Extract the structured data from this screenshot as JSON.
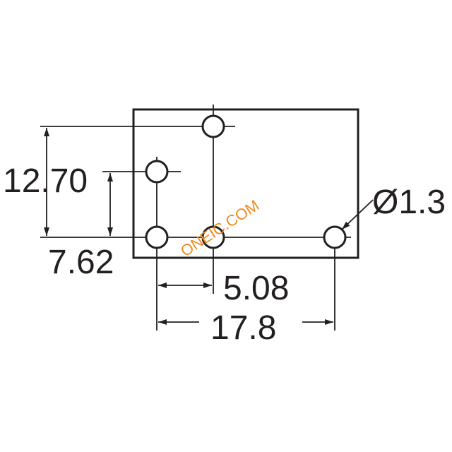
{
  "diagram": {
    "dimensions": {
      "height_overall": "12.70",
      "height_inner": "7.62",
      "pin_pitch": "5.08",
      "width_overall": "17.8",
      "hole_diameter": "Ø1.3"
    },
    "watermark": "ONEIC.COM",
    "colors": {
      "line": "#231f20",
      "watermark": "#f08a1c",
      "background": "#ffffff"
    }
  }
}
